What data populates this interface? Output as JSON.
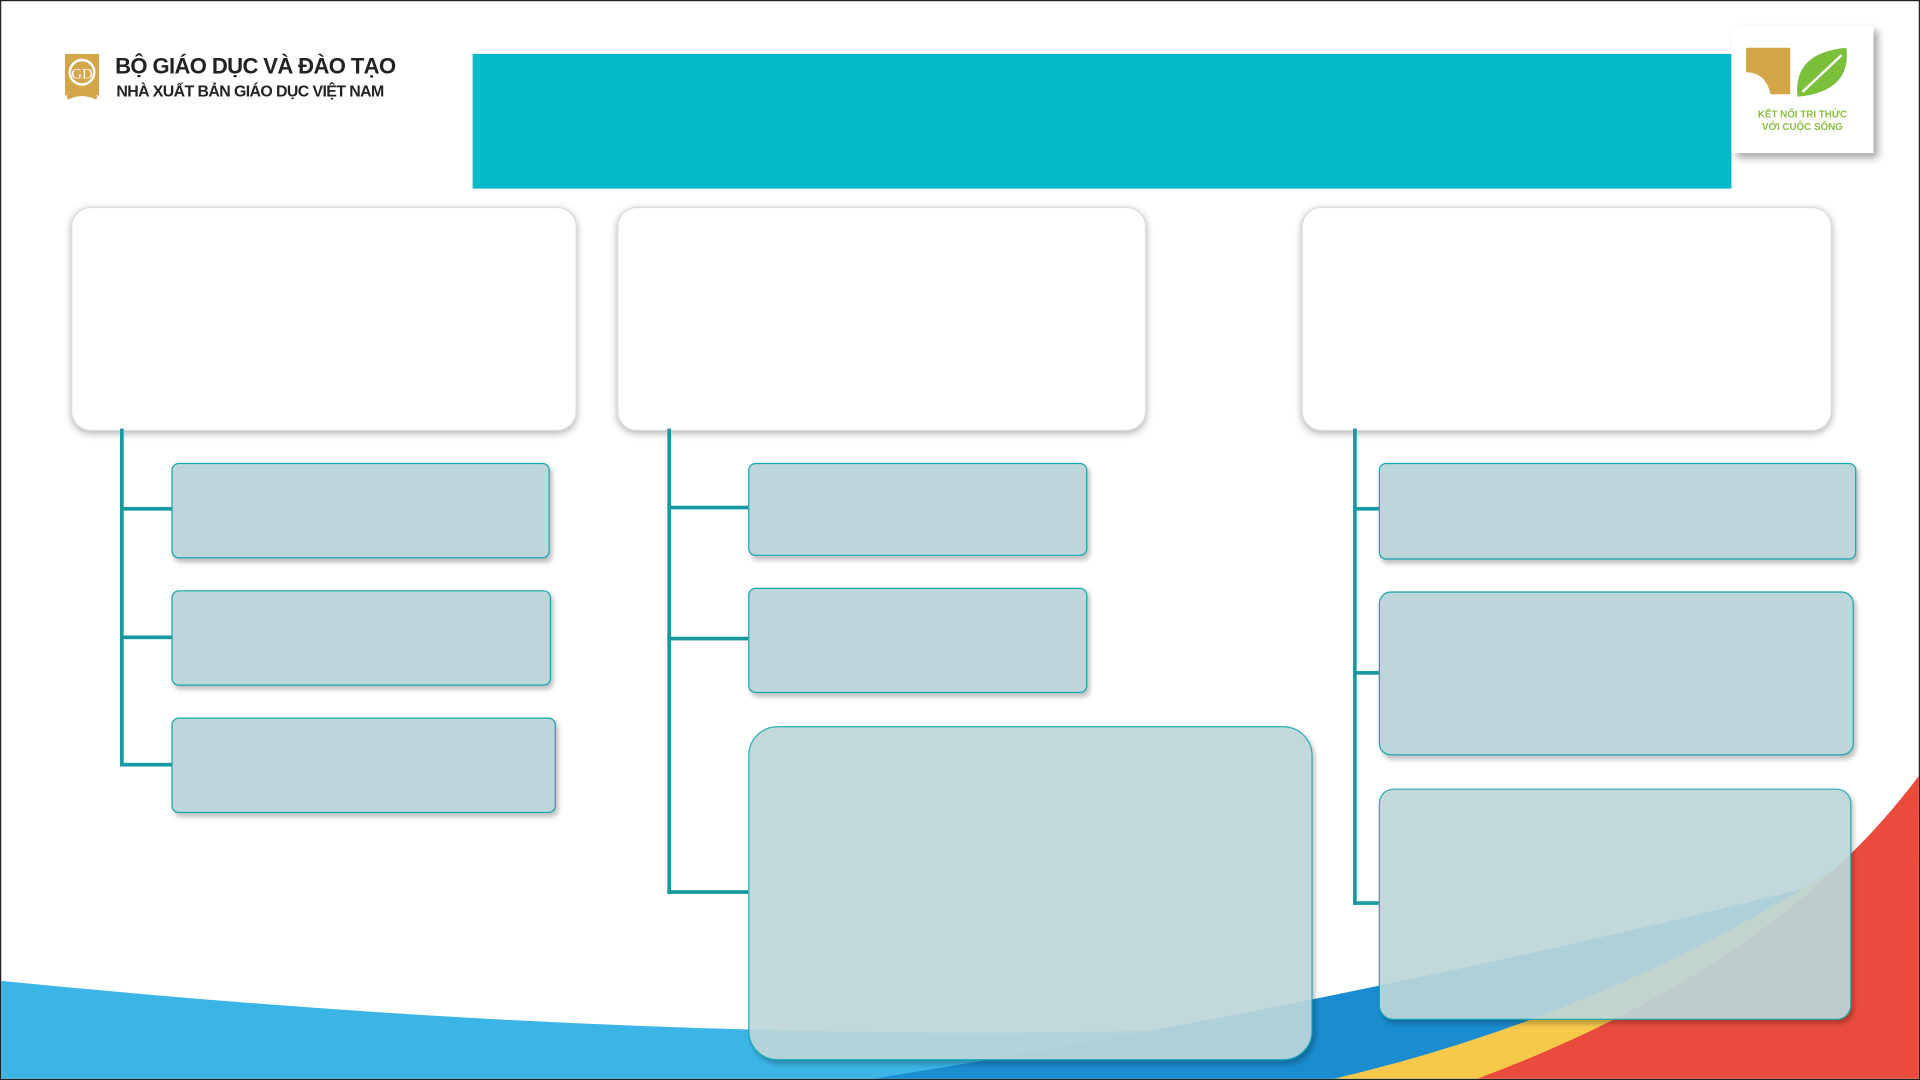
{
  "header": {
    "org_name": "BỘ GIÁO DỤC VÀ ĐÀO TẠO",
    "publisher": "NHÀ XUẤT BẢN GIÁO DỤC VIỆT NAM",
    "series_logo_line1": "KẾT NỐI TRI THỨC",
    "series_logo_line2": "VỚI CUỘC SỐNG"
  },
  "colors": {
    "title_bar": "#03bbc8",
    "box_fill": "#bdd6da",
    "connector": "#16999f"
  }
}
